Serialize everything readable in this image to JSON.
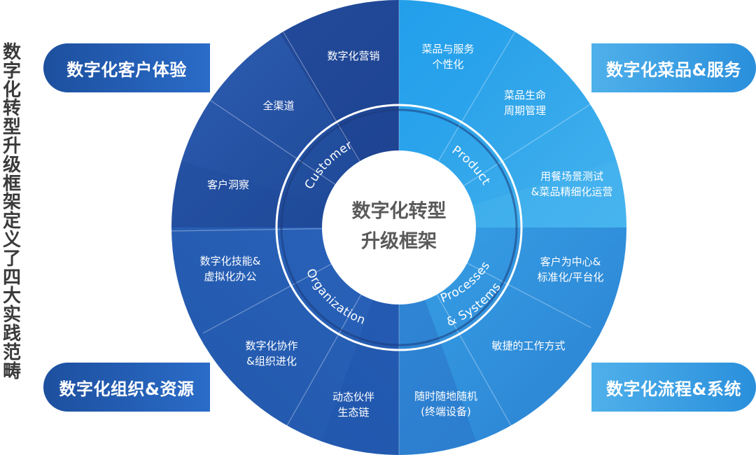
{
  "side_title": "数字化转型升级框架定义了四大实践范畴",
  "badges": {
    "top_left": "数字化客户体验",
    "top_right": "数字化菜品&服务",
    "bottom_left": "数字化组织&资源",
    "bottom_right": "数字化流程&系统"
  },
  "center": {
    "line1": "数字化转型",
    "line2": "升级框架"
  },
  "quadrants": {
    "customer": "Customer",
    "product": "Product",
    "processes_line1": "Processes",
    "processes_line2": "& Systems",
    "organization": "Organization"
  },
  "segments": {
    "customer_marketing": "数字化营销",
    "omni_channel": "全渠道",
    "customer_insight": "客户洞察",
    "personalization": "菜品与服务\n个性化",
    "lifecycle": "菜品生命\n周期管理",
    "scenario_test": "用餐场景测试\n&菜品精细化运营",
    "customer_centric": "客户为中心&\n标准化/平台化",
    "agile": "敏捷的工作方式",
    "anytime": "随时随地随机\n(终端设备)",
    "digital_skills": "数字化技能&\n虚拟化办公",
    "collaboration": "数字化协作\n&组织进化",
    "ecosystem": "动态伙伴\n生态链"
  },
  "colors": {
    "customer": "#2355a6",
    "product": "#35a7e8",
    "processes": "#2f8edb",
    "organization": "#2860b8",
    "title_text": "#3a3a3a",
    "center_text": "#5a5a5a"
  }
}
